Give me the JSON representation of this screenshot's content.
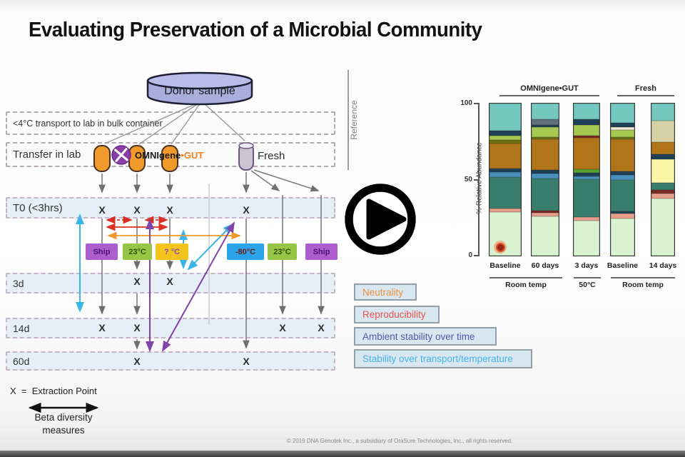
{
  "title": "Evaluating Preservation of a Microbial Community",
  "footer": "© 2019 DNA Genotek Inc., a subsidiary of OraSure Technologies, Inc., all rights reserved.",
  "icons": {
    "play": "circled-play-triangle",
    "pointer": "red-laser-dot"
  },
  "diagram": {
    "donor_label": "Donor sample",
    "reference_label": "Reference",
    "row_transport": "<4°C transport to lab in bulk container",
    "row_transfer": "Transfer in lab",
    "row_t0": "T0 (<3hrs)",
    "row_3d": "3d",
    "row_14d": "14d",
    "row_60d": "60d",
    "fresh_label": "Fresh",
    "brand": {
      "name": "OMNIgene",
      "sep": "•",
      "suffix": "GUT"
    },
    "x_label": "X",
    "boxes": {
      "ship_left": "Ship",
      "temp23_left": "23°C",
      "temp_unknown": "? °C",
      "temp_minus80": "-80°C",
      "temp23_right": "23°C",
      "ship_right": "Ship"
    },
    "box_colors": {
      "ship": "#ab5fcf",
      "temp23": "#97c647",
      "unknown": "#f5c41c",
      "minus80": "#2ba3e8"
    },
    "columns": [
      "OMNIgene Ship",
      "OMNIgene 23°C",
      "OMNIgene ?°C",
      "Fresh -80°C",
      "Fresh 23°C",
      "Fresh Ship"
    ],
    "extraction_points": {
      "T0": [
        1,
        2,
        3,
        4
      ],
      "3d": [
        2,
        3
      ],
      "14d": [
        1,
        2,
        5,
        6
      ],
      "60d": [
        2,
        4
      ]
    },
    "extraction_legend": "X  =  Extraction Point",
    "beta_line1": "Beta diversity",
    "beta_line2": "measures"
  },
  "objectives": {
    "items": [
      {
        "label": "Neutrality",
        "color": "#f0923a"
      },
      {
        "label": "Reproducibility",
        "color": "#e8524a"
      },
      {
        "label": "Ambient stability over time",
        "color": "#5558a8"
      },
      {
        "label": "Stability over transport/temperature",
        "color": "#45b2e8"
      }
    ]
  },
  "chart_data": {
    "type": "bar",
    "stacked": true,
    "title": "",
    "xlabel": "",
    "ylabel": "% Relative Abundance",
    "ylim": [
      0,
      100
    ],
    "ytick_labels": [
      "100",
      "50",
      "0"
    ],
    "grid": false,
    "legend_position": "none",
    "group_headers": [
      {
        "label": "OMNIgene•GUT",
        "bars": [
          1,
          2,
          3
        ]
      },
      {
        "label": "Fresh",
        "bars": [
          4,
          5
        ]
      }
    ],
    "condition_groups": [
      {
        "label": "Room temp",
        "bars": [
          1,
          2
        ]
      },
      {
        "label": "50°C",
        "bars": [
          3
        ]
      },
      {
        "label": "Room temp",
        "bars": [
          4,
          5
        ]
      }
    ],
    "palette": {
      "teal": "#74c8bf",
      "navy": "#1e4157",
      "gray": "#5f707a",
      "cream": "#efe9d4",
      "yellow_green": "#a6c851",
      "olive": "#6e6e12",
      "brown": "#b07519",
      "steel_blue": "#4a90bd",
      "green": "#58a22f",
      "teal_green": "#397d6d",
      "maroon": "#7c2a24",
      "salmon": "#e89e8d",
      "pale_green": "#d9f3d0",
      "khaki": "#d5d1a4",
      "pale_yellow": "#fbf5a5"
    },
    "bars": [
      {
        "label": "Baseline",
        "segments": [
          [
            "pale_green",
            28.5
          ],
          [
            "salmon",
            2.4
          ],
          [
            "teal_green",
            21.0
          ],
          [
            "steel_blue",
            3.3
          ],
          [
            "navy",
            2.3
          ],
          [
            "brown",
            16.5
          ],
          [
            "olive",
            2.3
          ],
          [
            "yellow_green",
            2.8
          ],
          [
            "navy",
            2.9
          ],
          [
            "teal",
            18.0
          ]
        ]
      },
      {
        "label": "60 days",
        "segments": [
          [
            "pale_green",
            26.0
          ],
          [
            "salmon",
            2.3
          ],
          [
            "maroon",
            1.5
          ],
          [
            "teal_green",
            21.0
          ],
          [
            "steel_blue",
            3.3
          ],
          [
            "navy",
            2.3
          ],
          [
            "brown",
            20.3
          ],
          [
            "olive",
            1.4
          ],
          [
            "yellow_green",
            6.6
          ],
          [
            "navy",
            1.4
          ],
          [
            "gray",
            3.4
          ],
          [
            "teal",
            10.5
          ]
        ]
      },
      {
        "label": "3 days",
        "segments": [
          [
            "pale_green",
            23.0
          ],
          [
            "salmon",
            2.3
          ],
          [
            "teal_green",
            25.0
          ],
          [
            "steel_blue",
            2.0
          ],
          [
            "navy",
            2.0
          ],
          [
            "green",
            2.3
          ],
          [
            "brown",
            21.0
          ],
          [
            "maroon",
            1.4
          ],
          [
            "yellow_green",
            7.0
          ],
          [
            "navy",
            3.5
          ],
          [
            "teal",
            10.5
          ]
        ]
      },
      {
        "label": "Baseline",
        "segments": [
          [
            "pale_green",
            24.5
          ],
          [
            "salmon",
            3.2
          ],
          [
            "navy",
            1.4
          ],
          [
            "teal_green",
            20.5
          ],
          [
            "steel_blue",
            3.3
          ],
          [
            "navy",
            2.3
          ],
          [
            "brown",
            21.5
          ],
          [
            "olive",
            1.4
          ],
          [
            "yellow_green",
            4.7
          ],
          [
            "cream",
            1.9
          ],
          [
            "navy",
            2.8
          ],
          [
            "teal",
            12.5
          ]
        ]
      },
      {
        "label": "14 days",
        "segments": [
          [
            "pale_green",
            37.5
          ],
          [
            "salmon",
            3.2
          ],
          [
            "maroon",
            2.3
          ],
          [
            "teal_green",
            4.8
          ],
          [
            "pale_yellow",
            15.5
          ],
          [
            "navy",
            3.3
          ],
          [
            "brown",
            8.0
          ],
          [
            "khaki",
            14.4
          ],
          [
            "teal",
            11.0
          ]
        ]
      }
    ],
    "annotation": {
      "type": "pointer-dot",
      "on_bar": "Baseline"
    }
  }
}
